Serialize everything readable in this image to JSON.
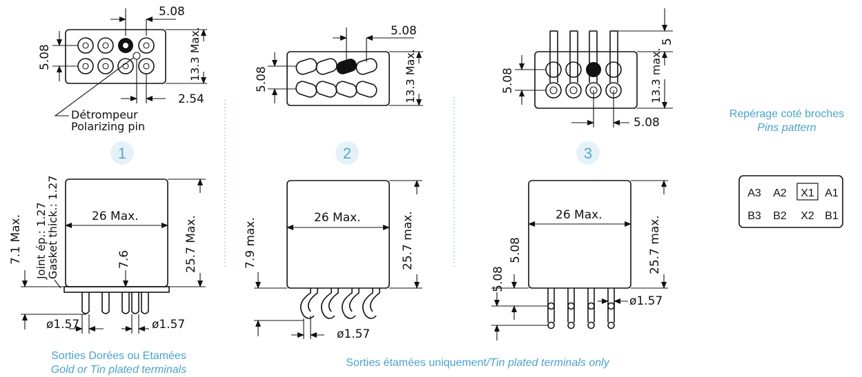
{
  "view1": {
    "top_pitch": "5.08",
    "left_pitch": "5.08",
    "height_max": "13.3 Max.",
    "offset": "2.54",
    "polarizing_fr": "Détrompeur",
    "polarizing_en": "Polarizing pin",
    "badge": "1",
    "width": "26 Max.",
    "height_body": "25.7 Max.",
    "pin_length": "7.1 Max.",
    "gasket_fr": "Joint ép.: 1.27",
    "gasket_en": "Gasket thick.: 1.27",
    "center_spacing": "7.6",
    "pin_dia_left": "ø1.57",
    "pin_dia_right": "ø1.57",
    "caption_fr": "Sorties Dorées ou Etamées",
    "caption_en": "Gold or Tin plated terminals"
  },
  "view2": {
    "top_pitch": "5.08",
    "left_pitch": "5.08",
    "height_max": "13.3 Max.",
    "badge": "2",
    "width": "26 Max.",
    "height_body": "25.7 max.",
    "pin_length": "7.9 max.",
    "pin_dia": "ø1.57"
  },
  "view3": {
    "top_pin": "5",
    "left_pitch": "5.08",
    "height_max": "13.3 max.",
    "bottom_pitch": "5.08",
    "badge": "3",
    "width": "26 Max.",
    "height_body": "25.7 max.",
    "pin_a": "5.08",
    "pin_b": "5.08",
    "pin_dia": "ø1.57"
  },
  "caption_shared": {
    "fr": "Sorties étamées uniquement",
    "sep": "/",
    "en": "Tin plated terminals only"
  },
  "pin_pattern": {
    "title_fr": "Repérage coté broches",
    "title_en": "Pins pattern",
    "row1": [
      "A3",
      "A2",
      "X1",
      "A1"
    ],
    "row2": [
      "B3",
      "B2",
      "X2",
      "B1"
    ]
  },
  "colors": {
    "accent": "#4aa3c8",
    "badge_bg": "#e4f1f8"
  }
}
